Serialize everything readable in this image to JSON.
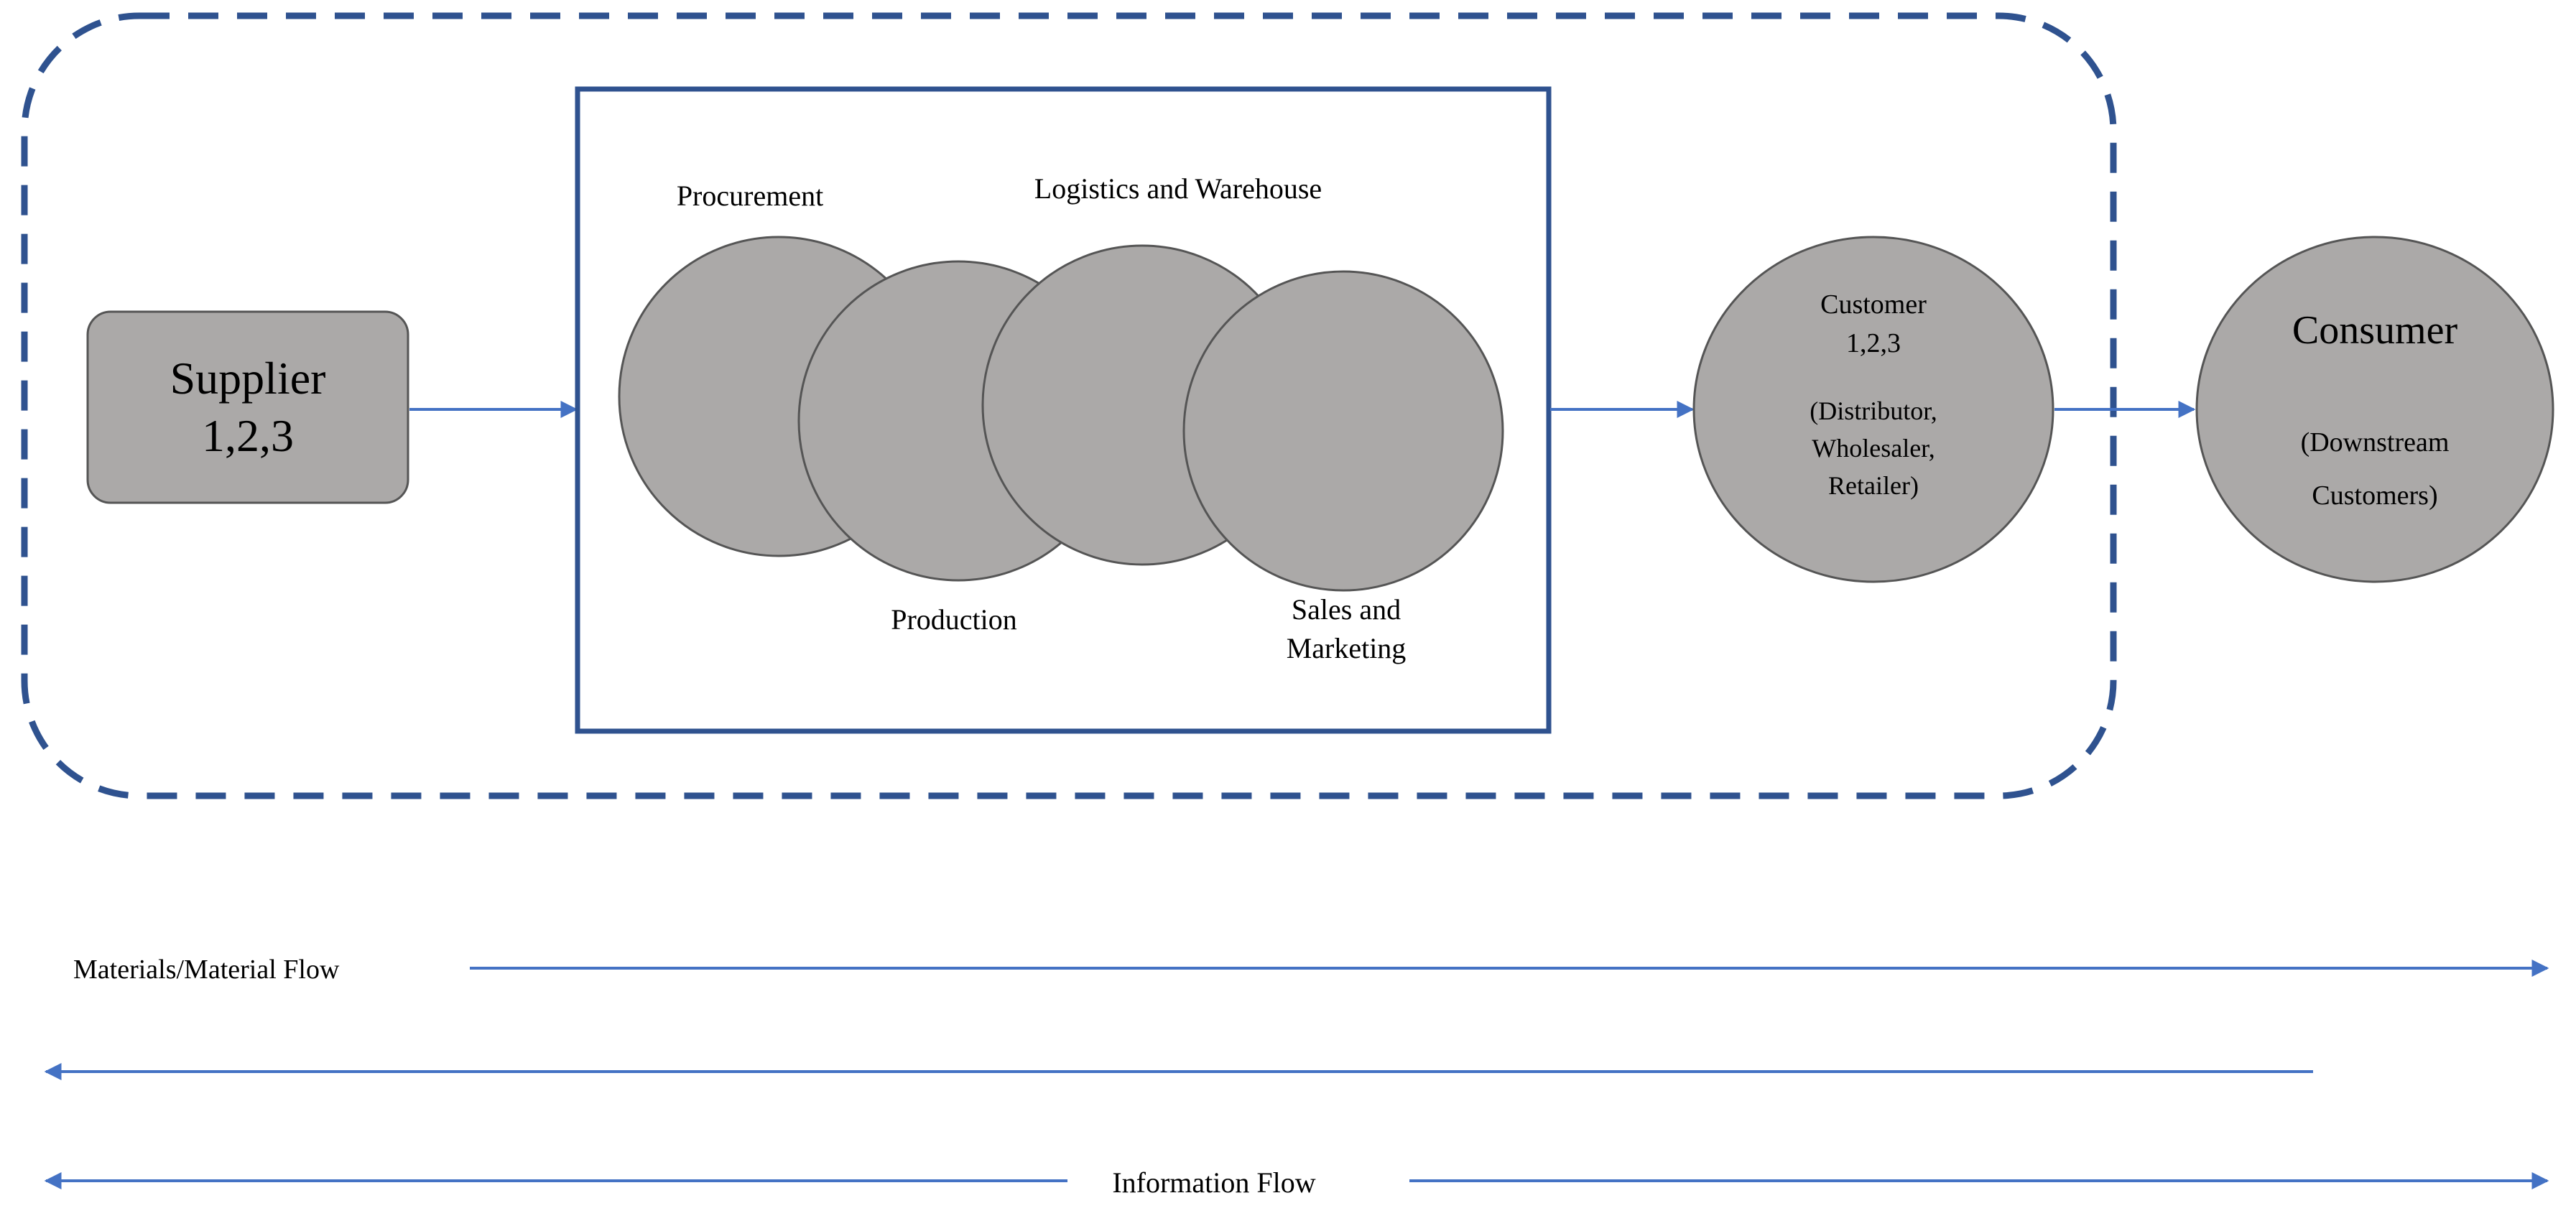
{
  "colors": {
    "boundary": "#2F528F",
    "arrow": "#4472C4",
    "node_fill": "#ABA9A8",
    "node_stroke": "#555555",
    "background": "#FFFFFF"
  },
  "supplier": {
    "line1": "Supplier",
    "line2": "1,2,3"
  },
  "organization": {
    "procurement": "Procurement",
    "production": "Production",
    "logistics": "Logistics and Warehouse",
    "sales_line1": "Sales and",
    "sales_line2": "Marketing"
  },
  "customer": {
    "line1": "Customer",
    "line2": "1,2,3",
    "line3": "(Distributor,",
    "line4": "Wholesaler,",
    "line5": "Retailer)"
  },
  "consumer": {
    "title": "Consumer",
    "line2": "(Downstream",
    "line3": "Customers)"
  },
  "flows": {
    "material": "Materials/Material Flow",
    "information": "Information Flow"
  }
}
